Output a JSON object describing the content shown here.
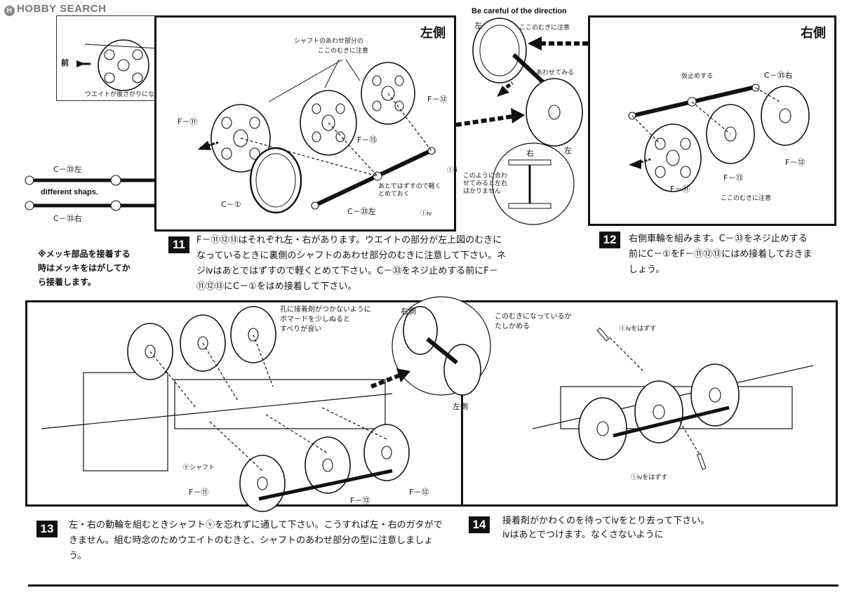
{
  "logo": {
    "brand": "HOBBY SEARCH"
  },
  "top_left": {
    "front_label": "前",
    "weight_note": "ウエイトが後さがりになるようにつけること",
    "part_c33_left": "C－㉝左",
    "part_c33_right": "C－㉝右",
    "different_label": "different shaps.",
    "plating_note": "※メッキ部品を接着する\n時はメッキをはがしてか\nら接着します。"
  },
  "panel11": {
    "title": "左側",
    "shaft_note_1": "シャフトのあわせ部分の",
    "shaft_note_2": "ここのむきに注意",
    "parts": {
      "f11": "F－⑪",
      "f12": "F－⑫",
      "f13": "F－⑬",
      "c1": "C－①",
      "c33l": "C－㉝左",
      "iii": "Ⓘⅲ",
      "iv": "Ⓘⅳ"
    },
    "screw_note": "あとではずすので軽くとめておく",
    "step": "11",
    "instruction": "F－⑪⑫⑬はそれぞれ左・右があります。ウエイトの部分が左上図のむきになっているときに裏側のシャフトのあわせ部分のむきに注意して下さい。ネジⅳはあとではずすので軽くとめて下さい。C－㉝をネジ止めする前にF－⑪⑫⑬にC－①をはめ接着して下さい。"
  },
  "direction": {
    "title": "Be careful of the direction",
    "left": "左",
    "note": "ここのむきに注意",
    "match": "あわせてみる",
    "left_bottom": "左",
    "right_top": "右",
    "inset_note": "このように合わせてみると左右はかりません"
  },
  "panel12": {
    "title": "右側",
    "temp": "仮止めする",
    "parts": {
      "c33r": "C－㉝右",
      "f11": "F－⑪",
      "f12": "F－⑫",
      "f13": "F－⑬"
    },
    "note": "ここのむきに注意",
    "step": "12",
    "instruction": "右側車輪を組みます。C－㉝をネジ止めする前にC－①をF－⑪⑫⑬にはめ接着しておきましょう。"
  },
  "panel13": {
    "grease_note": "孔に接着剤がつかないように\nボマードを少しぬると\nすべりが良い",
    "right_side": "右側",
    "check_note": "このむきになっているか\nたしかめる",
    "left_side": "左側",
    "shaft": "Ⓥシャフト",
    "parts": {
      "f11": "F－⑪",
      "f12": "F－⑫",
      "f13": "F－⑬"
    },
    "step": "13",
    "instruction": "左・右の動輪を組むときシャフトⓥを忘れずに通して下さい。こうすれば左・右のガタができません。組む時念のためウエイトのむきと、シャフトのあわせ部分の型に注意しましょう。"
  },
  "panel14": {
    "remove_top": "Ⓘⅳをはずす",
    "remove_bottom": "Ⓘⅳをはずす",
    "step": "14",
    "instruction_1": "接着剤がかわくのを待ってⅳをとり去って下さい。",
    "instruction_2": "ⅳはあとでつけます。なくさないように"
  }
}
